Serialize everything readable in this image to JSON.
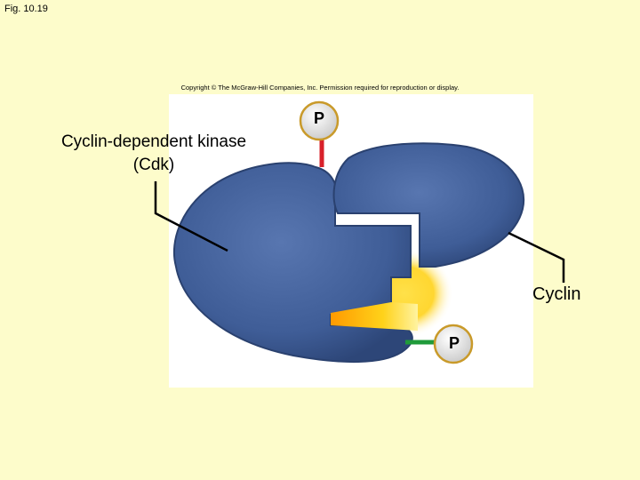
{
  "figure_label": "Fig. 10.19",
  "copyright": "Copyright © The McGraw-Hill Companies, Inc. Permission required for reproduction or display.",
  "labels": {
    "cdk_line1": "Cyclin-dependent kinase",
    "cdk_line2": "(Cdk)",
    "cyclin": "Cyclin"
  },
  "phosphate_top": "P",
  "phosphate_bottom": "P",
  "colors": {
    "background": "#fdfccb",
    "protein": "#40609c",
    "phosphate_link_top": "#d8202a",
    "phosphate_link_bottom": "#1f9b3a",
    "active_site_glow": "#ffd21a"
  }
}
